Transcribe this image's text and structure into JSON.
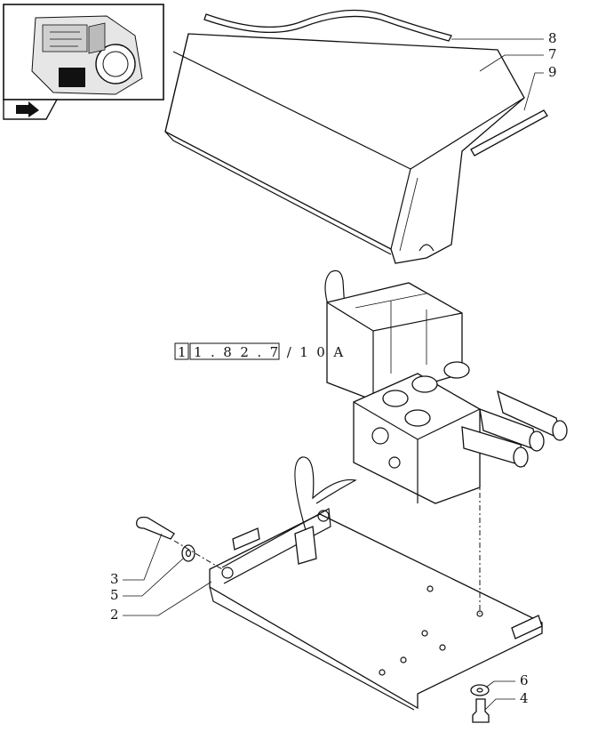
{
  "callouts": {
    "c1": "8",
    "c2": "7",
    "c3": "9",
    "c4": "3",
    "c5": "5",
    "c6": "2",
    "c7": "6",
    "c8": "4"
  },
  "reference": {
    "prefix": "1",
    "code": "1.82.7/10A"
  },
  "icons": {
    "thumbnail": "transmission-thumbnail-icon",
    "nav": "page-arrow-icon"
  }
}
